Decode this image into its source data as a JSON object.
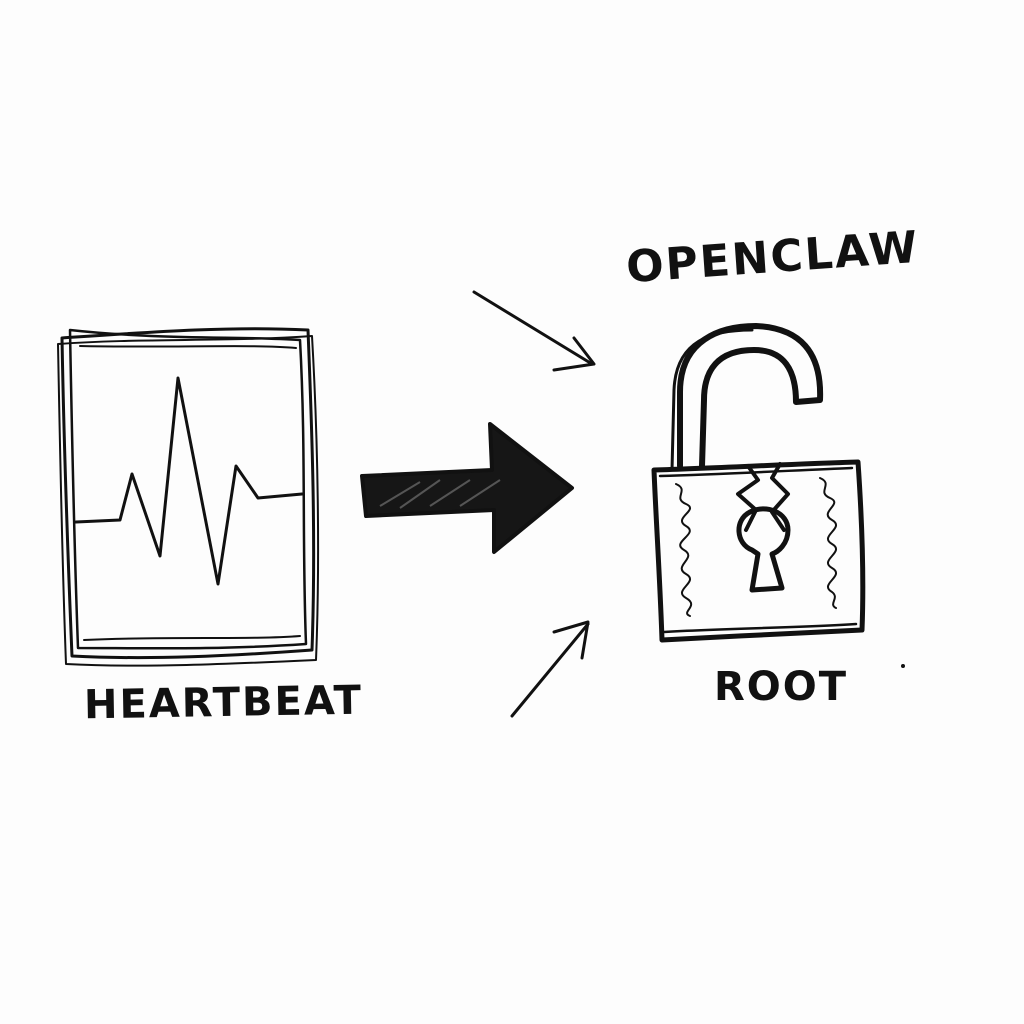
{
  "labels": {
    "heartbeat": "HEARTBEAT",
    "openclaw": "OPENCLAW",
    "root": "ROOT"
  },
  "icons": {
    "monitor": "heartbeat-monitor-icon",
    "arrow": "right-arrow-icon",
    "lock": "broken-padlock-icon"
  },
  "colors": {
    "ink": "#111111",
    "paper": "#fdfdfd"
  }
}
